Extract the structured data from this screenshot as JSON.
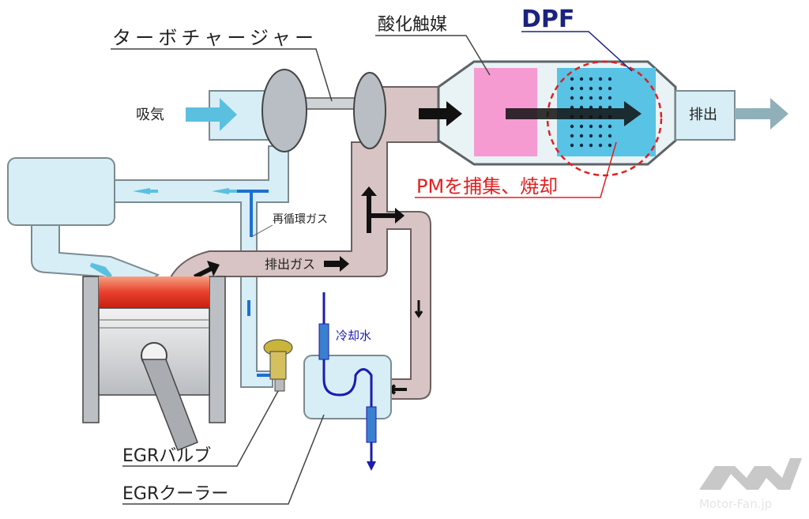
{
  "labels": {
    "turbocharger": "ターボチャージャー",
    "oxidation_catalyst": "酸化触媒",
    "dpf": "DPF",
    "pm_capture": "PMを捕集、焼却",
    "intake": "吸気",
    "exhaust_out": "排出",
    "recirculated_gas": "再循環ガス",
    "exhaust_gas": "排出ガス",
    "coolant": "冷却水",
    "egr_valve": "EGRバルブ",
    "egr_cooler": "EGRクーラー"
  },
  "watermark": "Motor-Fan.jp",
  "colors": {
    "intake_air": "#d7eef6",
    "exhaust_pipe": "#d8c4c4",
    "oxidation_catalyst": "#f59bd2",
    "dpf_filter": "#58c3e4",
    "combustion": "#e8402c",
    "dpf_label": "#1a237e",
    "pm_label": "#e02020",
    "coolant": "#1c1cb0",
    "intake_arrow": "#5bc0e0"
  }
}
